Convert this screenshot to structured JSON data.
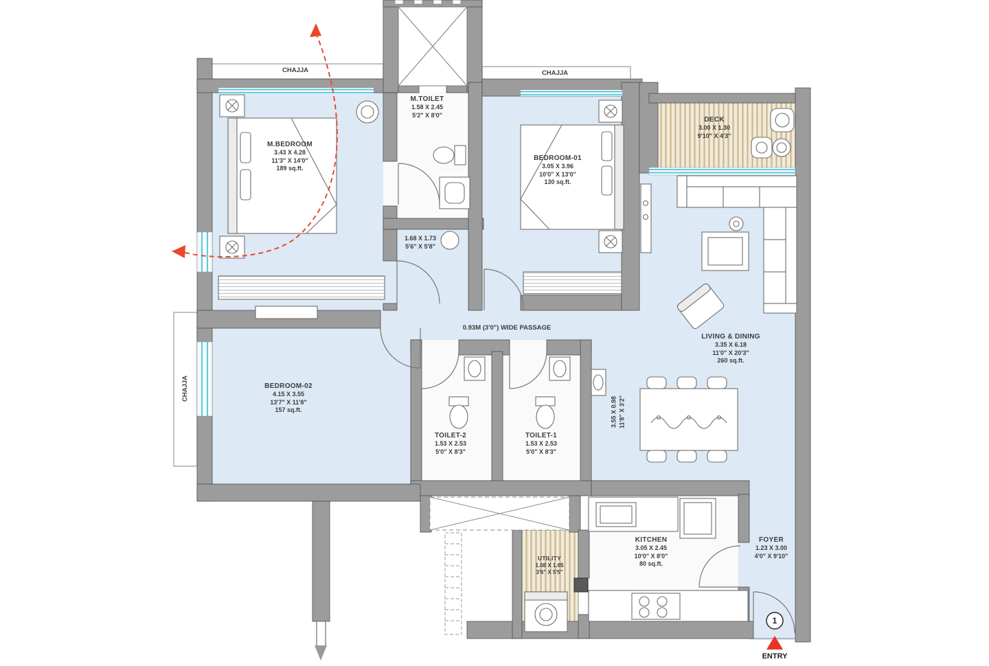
{
  "plan": {
    "chajja_top_left": "CHAJJA",
    "chajja_top_right": "CHAJJA",
    "chajja_left": "CHAJJA",
    "wide_passage": "0.93M (3'0\") WIDE PASSAGE",
    "entry_label": "ENTRY",
    "entry_number": "1"
  },
  "rooms": {
    "m_bedroom": {
      "name": "M.BEDROOM",
      "dim_m": "3.43 X 4.28",
      "dim_ft": "11'3\" X 14'0\"",
      "area": "189 sq.ft."
    },
    "m_toilet": {
      "name": "M.TOILET",
      "dim_m": "1.58 X 2.45",
      "dim_ft": "5'2\" X 8'0\""
    },
    "bedroom_01": {
      "name": "BEDROOM-01",
      "dim_m": "3.05 X 3.96",
      "dim_ft": "10'0\" X 13'0\"",
      "area": "130 sq.ft."
    },
    "deck": {
      "name": "DECK",
      "dim_m": "3.00 X 1.30",
      "dim_ft": "9'10\" X 4'3\""
    },
    "passage": {
      "dim_m": "1.68 X 1.73",
      "dim_ft": "5'6\" X 5'8\""
    },
    "living": {
      "name": "LIVING & DINING",
      "dim_m": "3.35 X 6.18",
      "dim_ft": "11'0\" X 20'3\"",
      "area": "260 sq.ft."
    },
    "bedroom_02": {
      "name": "BEDROOM-02",
      "dim_m": "4.15 X 3.55",
      "dim_ft": "13'7\" X 11'8\"",
      "area": "157 sq.ft."
    },
    "toilet_2": {
      "name": "TOILET-2",
      "dim_m": "1.53 X 2.53",
      "dim_ft": "5'0\" X 8'3\""
    },
    "toilet_1": {
      "name": "TOILET-1",
      "dim_m": "1.53 X 2.53",
      "dim_ft": "5'0\" X 8'3\""
    },
    "dining_strip": {
      "dim_m": "3.55 X 0.98",
      "dim_ft": "11'8\" X 3'2\""
    },
    "kitchen": {
      "name": "KITCHEN",
      "dim_m": "3.05 X 2.45",
      "dim_ft": "10'0\" X 8'0\"",
      "area": "80 sq.ft."
    },
    "utility": {
      "name": "UTILITY",
      "dim_m": "1.08 X 1.65",
      "dim_ft": "3'6\" X 5'5\""
    },
    "foyer": {
      "name": "FOYER",
      "dim_m": "1.23 X 3.00",
      "dim_ft": "4'0\" X 9'10\""
    }
  },
  "colors": {
    "floor": "#dde9f4",
    "wall": "#9c9c9c",
    "window": "#4fc3da",
    "deck_hatch": "#c9b88f",
    "accent_red": "#e8492b"
  }
}
